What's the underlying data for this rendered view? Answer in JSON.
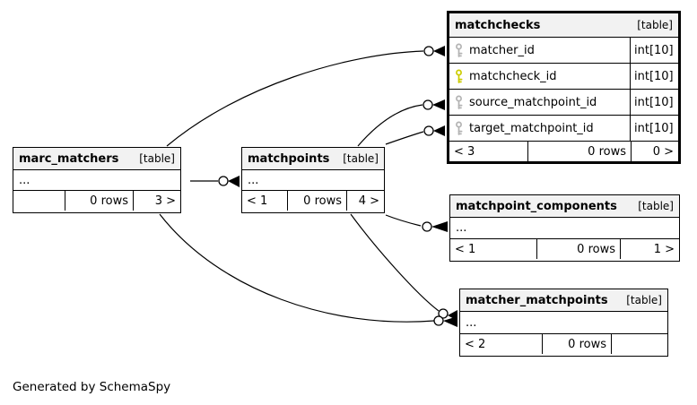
{
  "diagram": {
    "generated_by": "Generated by SchemaSpy"
  },
  "colors": {
    "header_bg": "#f2f2f2",
    "line": "#000000",
    "primary_key": "#cccc00",
    "foreign_key": "#b3b3b3"
  },
  "tables": {
    "matchchecks": {
      "name": "matchchecks",
      "tag": "[table]",
      "columns": [
        {
          "name": "matcher_id",
          "type": "int[10]",
          "key_icon": "foreign-key-icon"
        },
        {
          "name": "matchcheck_id",
          "type": "int[10]",
          "key_icon": "primary-key-icon"
        },
        {
          "name": "source_matchpoint_id",
          "type": "int[10]",
          "key_icon": "foreign-key-icon"
        },
        {
          "name": "target_matchpoint_id",
          "type": "int[10]",
          "key_icon": "foreign-key-icon"
        }
      ],
      "footer": {
        "parents": "< 3",
        "rows": "0 rows",
        "children": "0 >"
      }
    },
    "marc_matchers": {
      "name": "marc_matchers",
      "tag": "[table]",
      "ellipsis": "...",
      "footer": {
        "parents": "",
        "rows": "0 rows",
        "children": "3 >"
      }
    },
    "matchpoints": {
      "name": "matchpoints",
      "tag": "[table]",
      "ellipsis": "...",
      "footer": {
        "parents": "< 1",
        "rows": "0 rows",
        "children": "4 >"
      }
    },
    "matchpoint_components": {
      "name": "matchpoint_components",
      "tag": "[table]",
      "ellipsis": "...",
      "footer": {
        "parents": "< 1",
        "rows": "0 rows",
        "children": "1 >"
      }
    },
    "matcher_matchpoints": {
      "name": "matcher_matchpoints",
      "tag": "[table]",
      "ellipsis": "...",
      "footer": {
        "parents": "< 2",
        "rows": "0 rows",
        "children": ""
      }
    }
  }
}
